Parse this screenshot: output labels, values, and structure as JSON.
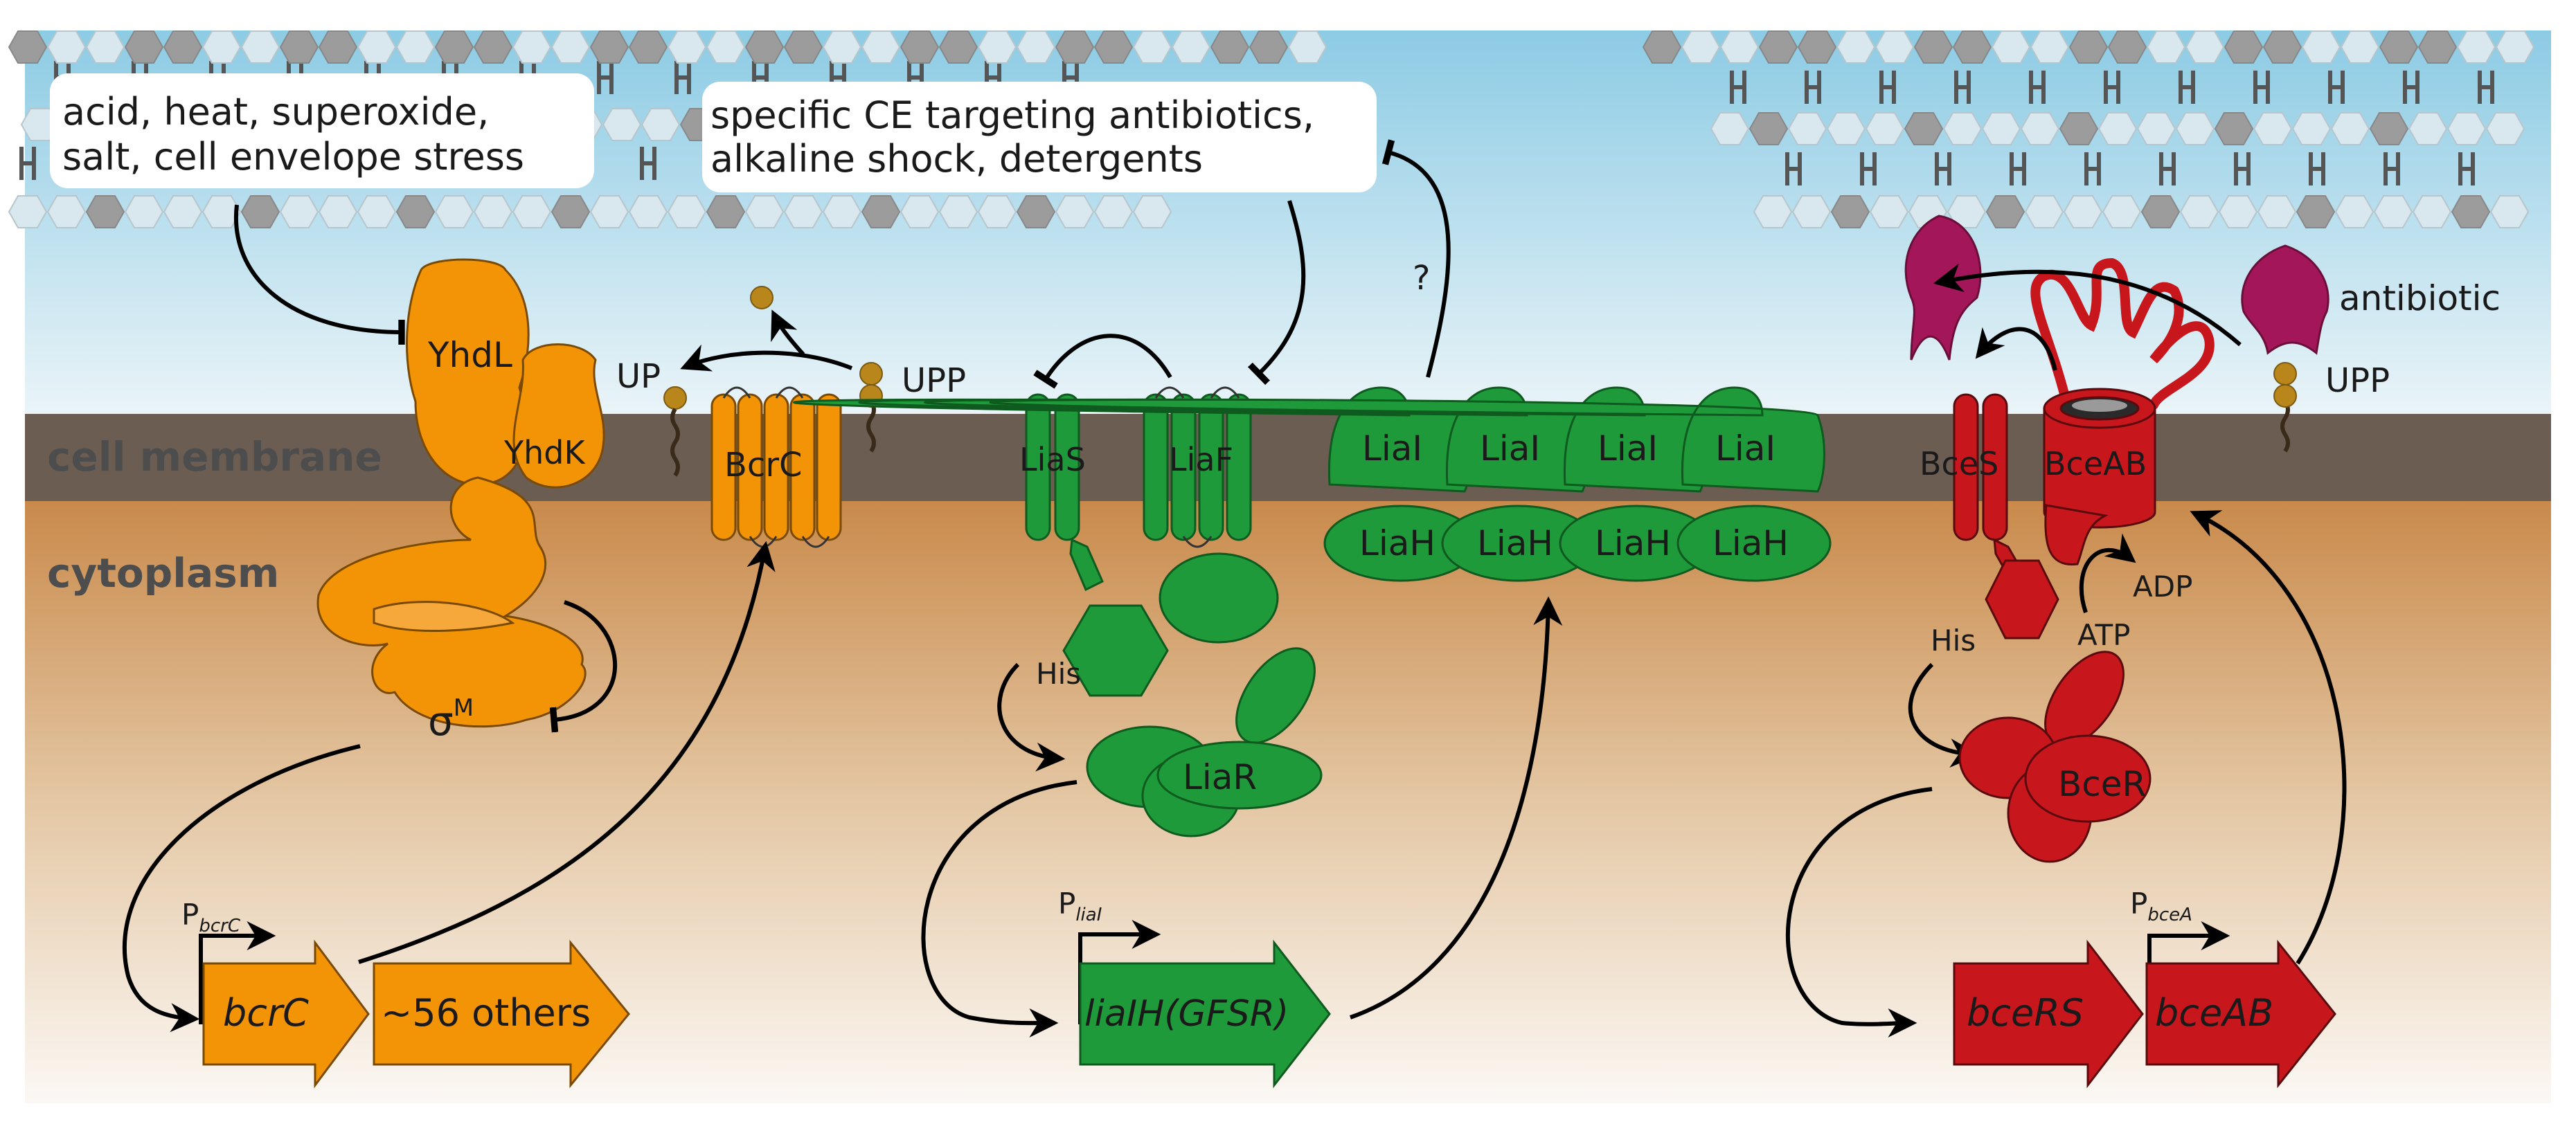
{
  "regions": {
    "membrane": "cell membrane",
    "cytoplasm": "cytoplasm"
  },
  "stimuli": {
    "left_line1": "acid, heat, superoxide,",
    "left_line2": "salt, cell envelope stress",
    "mid_line1": "specific CE targeting antibiotics,",
    "mid_line2": "alkaline shock, detergents"
  },
  "sigma_module": {
    "yhdl": "YhdL",
    "yhdk": "YhdK",
    "sigma": "σ",
    "sigma_sup": "M",
    "bcrc_protein": "BcrC",
    "up": "UP",
    "upp": "UPP",
    "promoter": "P",
    "promoter_sub": "bcrC",
    "gene1": "bcrC",
    "gene2": "~56 others"
  },
  "lia_module": {
    "lias": "LiaS",
    "liaf": "LiaF",
    "his": "His",
    "liar": "LiaR",
    "liai": [
      "LiaI",
      "LiaI",
      "LiaI",
      "LiaI"
    ],
    "liah": [
      "LiaH",
      "LiaH",
      "LiaH",
      "LiaH"
    ],
    "question": "?",
    "promoter": "P",
    "promoter_sub": "liaI",
    "operon": "liaIH(GFSR)"
  },
  "bce_module": {
    "antibiotic": "antibiotic",
    "upp": "UPP",
    "bces": "BceS",
    "bceab": "BceAB",
    "adp": "ADP",
    "atp": "ATP",
    "his": "His",
    "bcer": "BceR",
    "promoter": "P",
    "promoter_sub": "bceA",
    "gene1": "bceRS",
    "gene2": "bceAB"
  },
  "colors": {
    "sigma_module": "#f39406",
    "lia_module": "#1f9a3a",
    "bce_module": "#c8161d",
    "antibiotic": "#a3175a",
    "membrane": "#6b5d52",
    "lipid_head": "#b8861b"
  }
}
